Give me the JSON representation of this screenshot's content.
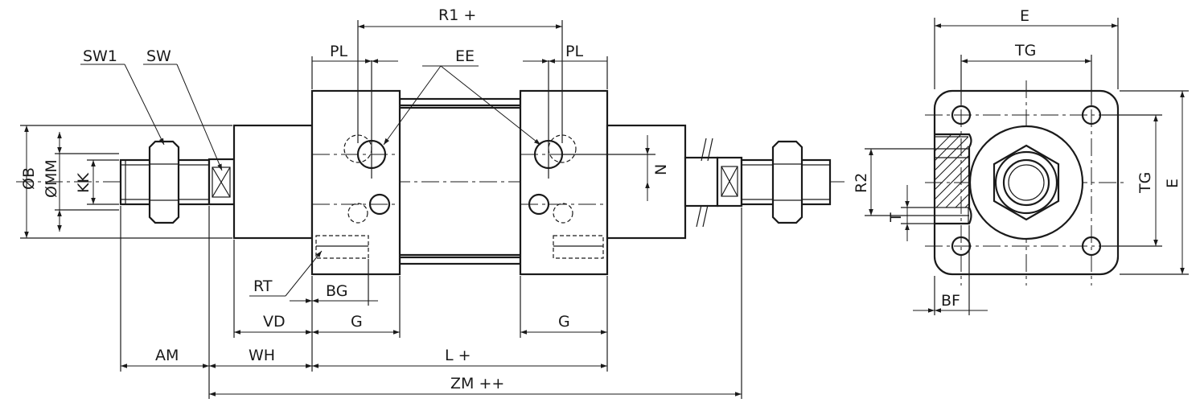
{
  "labels": {
    "r1": "R1 +",
    "pl_left": "PL",
    "pl_right": "PL",
    "ee": "EE",
    "sw1": "SW1",
    "sw": "SW",
    "dia_b": "ØB",
    "dia_mm": "ØMM",
    "kk": "KK",
    "n": "N",
    "rt": "RT",
    "bg": "BG",
    "vd": "VD",
    "g_left": "G",
    "g_right": "G",
    "am": "AM",
    "wh": "WH",
    "l": "L +",
    "zm": "ZM ++",
    "e_top": "E",
    "tg_top": "TG",
    "tg_side": "TG",
    "e_side": "E",
    "r2": "R2",
    "t": "T",
    "bf": "BF"
  }
}
